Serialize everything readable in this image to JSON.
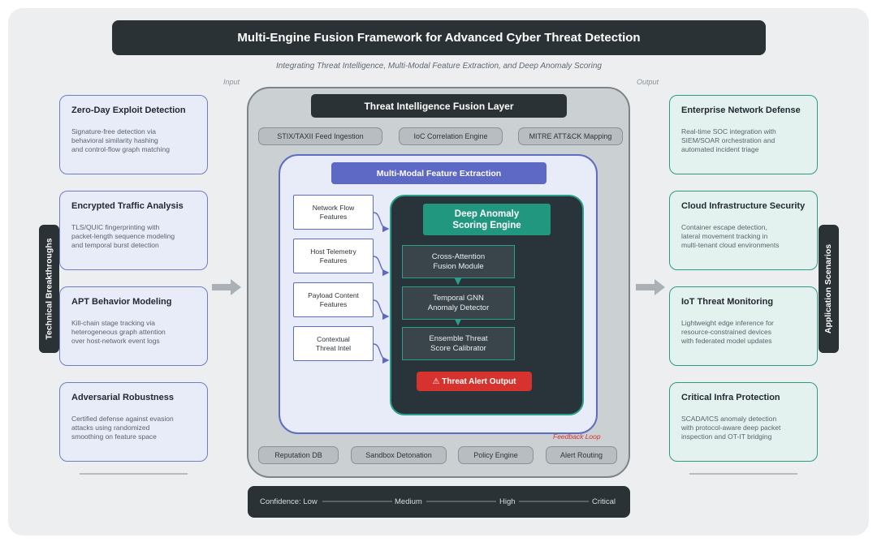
{
  "title": "Multi-Engine Fusion Framework for Advanced Cyber Threat Detection",
  "subtitle": "Integrating Threat Intelligence, Multi-Modal Feature Extraction, and Deep Anomaly Scoring",
  "input_label": "Input",
  "output_label": "Output",
  "left_side_label": "Technical Breakthroughs",
  "right_side_label": "Application Scenarios",
  "left_cards": [
    {
      "title": "Zero-Day Exploit Detection",
      "desc": "Signature-free detection via\nbehavioral similarity hashing\nand control-flow graph matching"
    },
    {
      "title": "Encrypted Traffic Analysis",
      "desc": "TLS/QUIC fingerprinting with\npacket-length sequence modeling\nand temporal burst detection"
    },
    {
      "title": "APT Behavior Modeling",
      "desc": "Kill-chain stage tracking via\nheterogeneous graph attention\nover host-network event logs"
    },
    {
      "title": "Adversarial Robustness",
      "desc": "Certified defense against evasion\nattacks using randomized\nsmoothing on feature space"
    }
  ],
  "right_cards": [
    {
      "title": "Enterprise Network Defense",
      "desc": "Real-time SOC integration with\nSIEM/SOAR orchestration and\nautomated incident triage"
    },
    {
      "title": "Cloud Infrastructure Security",
      "desc": "Container escape detection,\nlateral movement tracking in\nmulti-tenant cloud environments"
    },
    {
      "title": "IoT Threat Monitoring",
      "desc": "Lightweight edge inference for\nresource-constrained devices\nwith federated model updates"
    },
    {
      "title": "Critical Infra Protection",
      "desc": "SCADA/ICS anomaly detection\nwith protocol-aware deep packet\ninspection and OT-IT bridging"
    }
  ],
  "fusion_layer": {
    "title": "Threat Intelligence Fusion Layer",
    "top_pills": [
      "STIX/TAXII Feed Ingestion",
      "IoC Correlation Engine",
      "MITRE ATT&CK Mapping"
    ],
    "bottom_pills": [
      "Reputation DB",
      "Sandbox Detonation",
      "Policy Engine",
      "Alert Routing"
    ]
  },
  "feature_extraction": {
    "title": "Multi-Modal Feature Extraction",
    "features": [
      "Network Flow\nFeatures",
      "Host Telemetry\nFeatures",
      "Payload Content\nFeatures",
      "Contextual\nThreat Intel"
    ]
  },
  "engine": {
    "title": "Deep Anomaly\nScoring Engine",
    "modules": [
      "Cross-Attention\nFusion Module",
      "Temporal GNN\nAnomaly Detector",
      "Ensemble Threat\nScore Calibrator"
    ],
    "alert": "⚠ Threat Alert Output"
  },
  "feedback_label": "Feedback Loop",
  "confidence": {
    "prefix": "Confidence: Low",
    "medium": "Medium",
    "high": "High",
    "critical": "Critical"
  },
  "colors": {
    "dark": "#2b3236",
    "indigo": "#5d69c4",
    "teal": "#22977f",
    "alert_red": "#d6332f"
  }
}
